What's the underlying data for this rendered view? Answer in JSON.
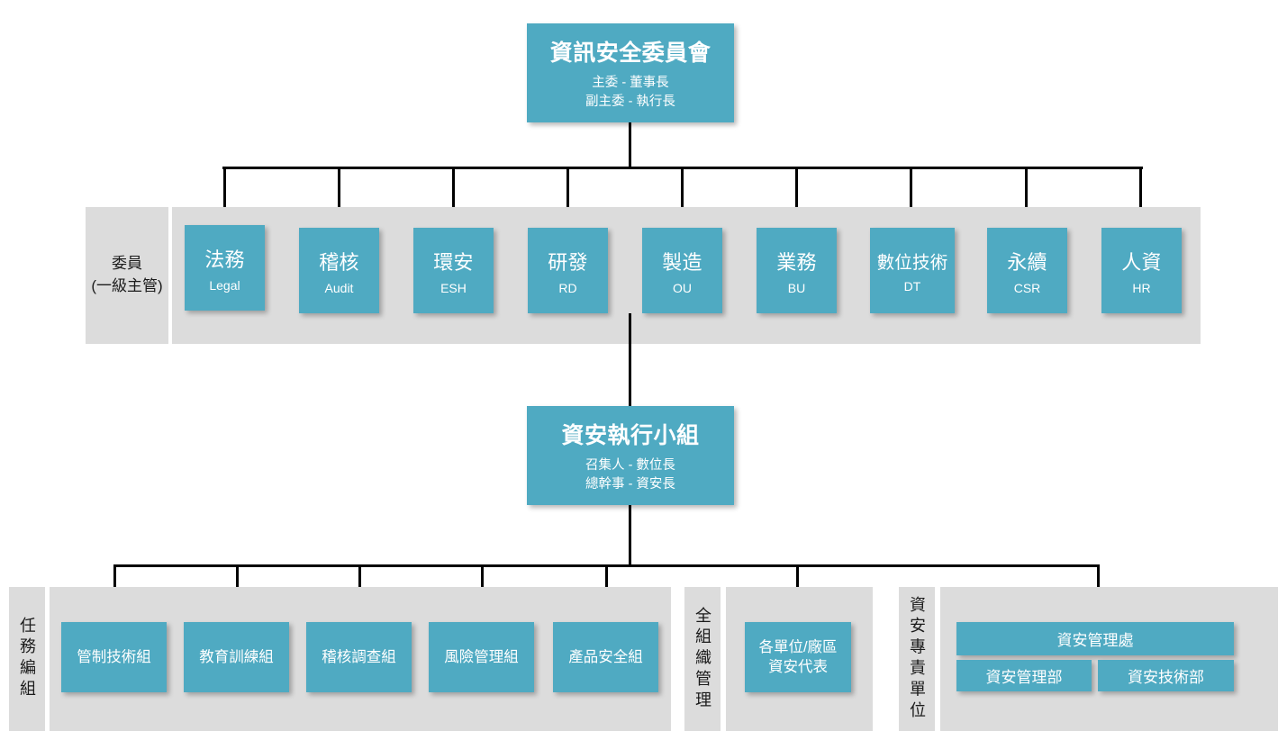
{
  "diagram": {
    "title_node": {
      "name": "資訊安全委員會",
      "roles": [
        "主委 - 董事長",
        "副主委 - 執行長"
      ]
    },
    "committee_row": {
      "label_lines": [
        "委員",
        "(一級主管)"
      ],
      "members": [
        {
          "zh": "法務",
          "en": "Legal"
        },
        {
          "zh": "稽核",
          "en": "Audit"
        },
        {
          "zh": "環安",
          "en": "ESH"
        },
        {
          "zh": "研發",
          "en": "RD"
        },
        {
          "zh": "製造",
          "en": "OU"
        },
        {
          "zh": "業務",
          "en": "BU"
        },
        {
          "zh": "數位技術",
          "en": "DT"
        },
        {
          "zh": "永續",
          "en": "CSR"
        },
        {
          "zh": "人資",
          "en": "HR"
        }
      ]
    },
    "exec_node": {
      "name": "資安執行小組",
      "roles": [
        "召集人 - 數位長",
        "總幹事 - 資安長"
      ]
    },
    "bottom": {
      "task_group": {
        "label": "任務編組",
        "items": [
          "管制技術組",
          "教育訓練組",
          "稽核調查組",
          "風險管理組",
          "產品安全組"
        ]
      },
      "org_wide": {
        "label": "全組織管理",
        "items": [
          "各單位/廠區",
          "資安代表"
        ]
      },
      "dedicated_unit": {
        "label": "資安專責單位",
        "head": "資安管理處",
        "departments": [
          "資安管理部",
          "資安技術部"
        ]
      }
    },
    "colors": {
      "node": "#4faac2",
      "band": "#dcdcdc",
      "connector": "#000000",
      "node_text": "#ffffff",
      "label_text": "#1b1b1b",
      "background": "#ffffff"
    }
  }
}
